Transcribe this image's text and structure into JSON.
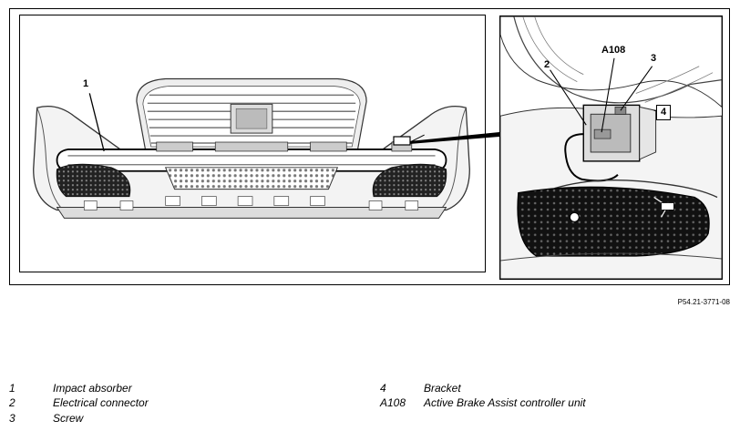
{
  "figure": {
    "reference_code": "P54.21-3771-08",
    "callouts": {
      "left_1": "1",
      "right_2": "2",
      "right_a108": "A108",
      "right_3": "3",
      "right_4": "4"
    }
  },
  "legend": {
    "items": [
      {
        "key": "1",
        "label": "Impact absorber"
      },
      {
        "key": "2",
        "label": "Electrical connector"
      },
      {
        "key": "3",
        "label": "Screw"
      },
      {
        "key": "4",
        "label": "Bracket"
      },
      {
        "key": "A108",
        "label": "Active Brake Assist controller unit"
      }
    ]
  }
}
